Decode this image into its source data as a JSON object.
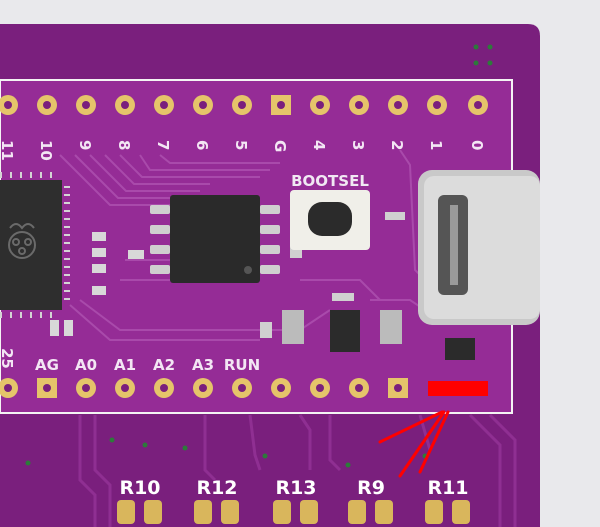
{
  "board": {
    "button_label": "BOOTSEL",
    "top_pins": [
      "11",
      "10",
      "9",
      "8",
      "7",
      "6",
      "5",
      "G",
      "4",
      "3",
      "2",
      "1",
      "0"
    ],
    "bottom_pins": [
      "25",
      "AG",
      "A0",
      "A1",
      "A2",
      "A3",
      "RUN"
    ],
    "resistor_labels": [
      "R10",
      "R12",
      "R13",
      "R9",
      "R11"
    ]
  },
  "colors": {
    "pcb": "#7a1f7d",
    "board": "#952c96",
    "marker": "#ff0000",
    "silkscreen": "#ffffff"
  },
  "icons": [
    "raspberry-logo-icon"
  ]
}
